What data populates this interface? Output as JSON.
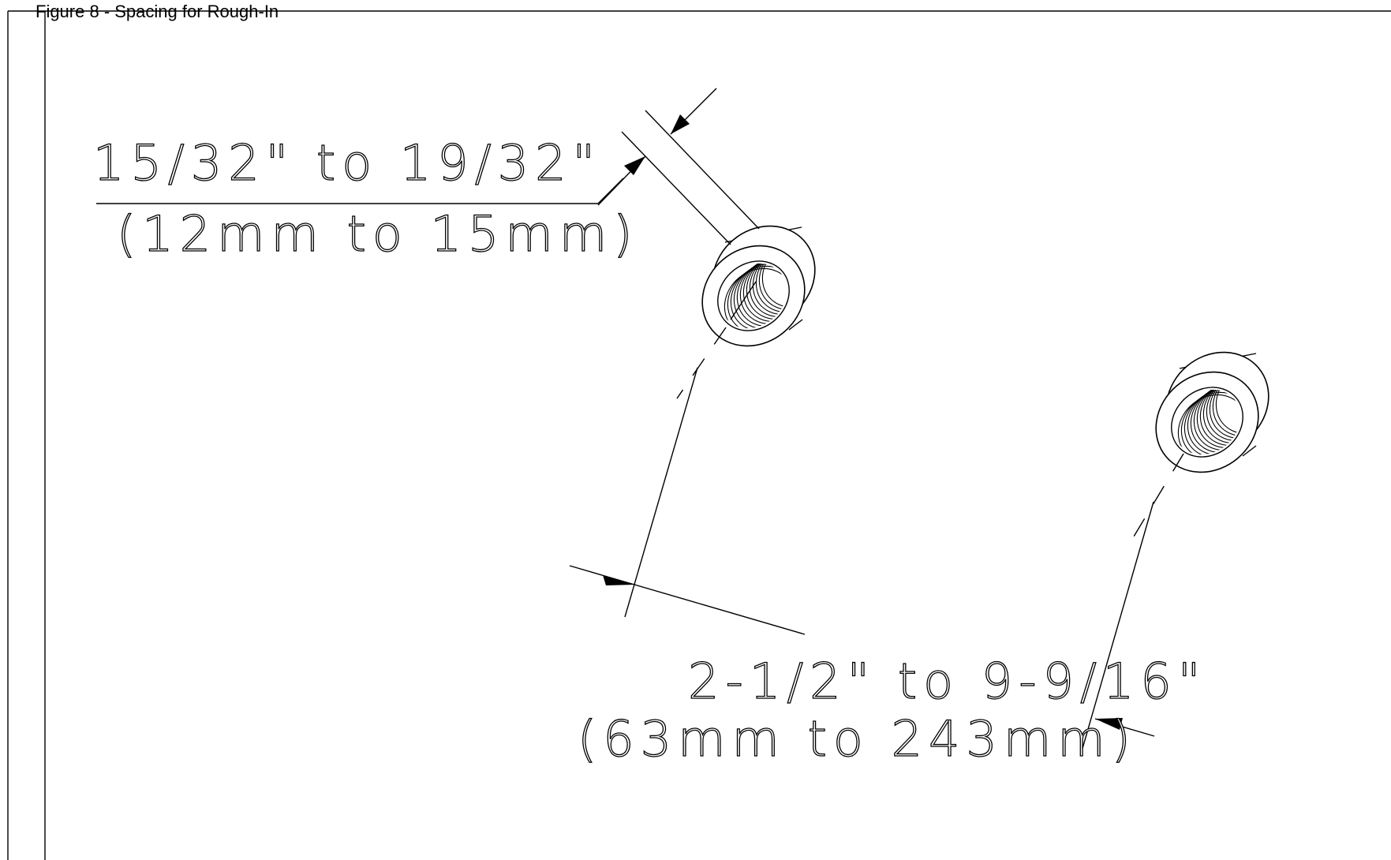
{
  "caption": "Figure 8 - Spacing for Rough-In",
  "colors": {
    "ink": "#000000",
    "paper": "#ffffff"
  },
  "dimensions": {
    "wall_thickness": {
      "imperial": "15/32\" to 19/32\"",
      "metric": "(12mm to 15mm)"
    },
    "spacing": {
      "imperial": "2-1/2\" to 9-9/16\"",
      "metric": "(63mm to 243mm)"
    }
  },
  "parts": [
    "threaded-fitting-upper",
    "threaded-fitting-lower"
  ]
}
